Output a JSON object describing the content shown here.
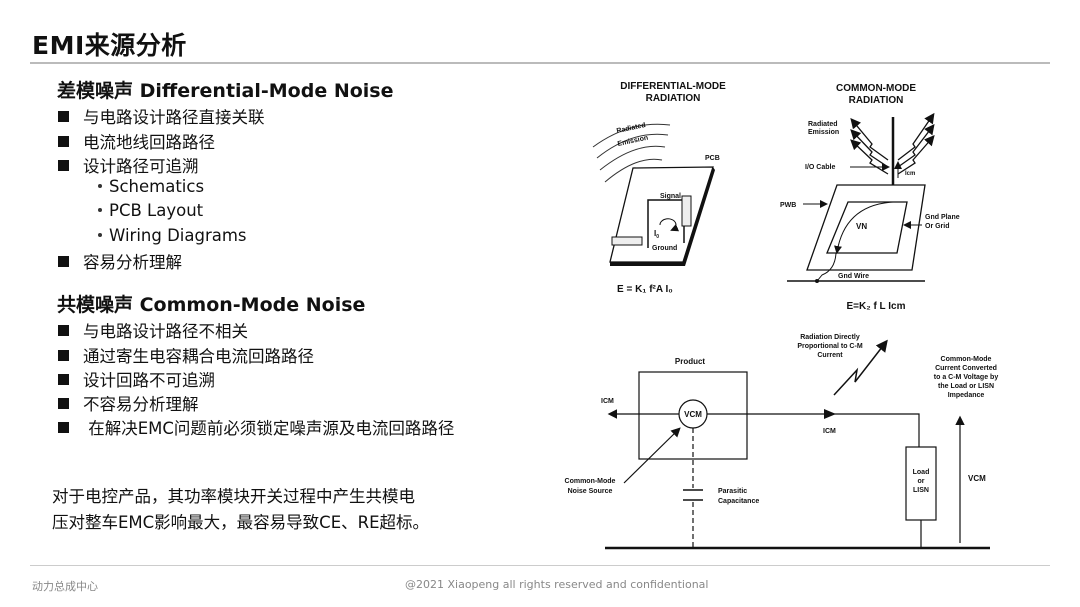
{
  "title": "EMI来源分析",
  "differential": {
    "heading": "差模噪声 Differential-Mode Noise",
    "items": [
      "与电路设计路径直接关联",
      "电流地线回路路径",
      "设计路径可追溯"
    ],
    "sub_items": [
      "Schematics",
      "PCB Layout",
      "Wiring Diagrams"
    ],
    "last_item": "容易分析理解"
  },
  "common": {
    "heading": "共模噪声 Common-Mode Noise",
    "items": [
      "与电路设计路径不相关",
      "通过寄生电容耦合电流回路路径",
      "设计回路不可追溯",
      "不容易分析理解",
      " 在解决EMC问题前必须锁定噪声源及电流回路路径"
    ]
  },
  "paragraph": [
    "对于电控产品，其功率模块开关过程中产生共模电",
    "压对整车EMC影响最大，最容易导致CE、RE超标。"
  ],
  "diagram_dm": {
    "title": [
      "DIFFERENTIAL-MODE",
      "RADIATION"
    ],
    "radiated": "Radiated",
    "emission": "Emission",
    "pcb": "PCB",
    "signal": "Signal",
    "ground": "Ground",
    "current": "I",
    "current_sub": "0",
    "formula": "E = K₁ f²A I₀"
  },
  "diagram_cm": {
    "title": [
      "COMMON-MODE",
      "RADIATION"
    ],
    "radiated": "Radiated",
    "emission": "Emission",
    "io_cable": "I/O Cable",
    "icm": "Icm",
    "pwb": "PWB",
    "vn": "VN",
    "gnd_plane": [
      "Gnd Plane",
      "Or Grid"
    ],
    "gnd_wire": "Gnd Wire",
    "formula": "E=K₂ f L Icm"
  },
  "diagram_circuit": {
    "product": "Product",
    "icm_left": "ICM",
    "vcm_source": "VCM",
    "icm_right": "ICM",
    "radiation_note": [
      "Radiation Directly",
      "Proportional to C-M",
      "Current"
    ],
    "noise_source": [
      "Common-Mode",
      "Noise Source"
    ],
    "parasitic": [
      "Parasitic",
      "Capacitance"
    ],
    "load": [
      "Load",
      "or",
      "LISN"
    ],
    "vcm": "VCM",
    "conversion_note": [
      "Common-Mode",
      "Current Converted",
      "to a C-M Voltage by",
      "the Load or LISN",
      "Impedance"
    ]
  },
  "footer": {
    "left": "动力总成中心",
    "center": "@2021 Xiaopeng all rights reserved and confidentional"
  }
}
